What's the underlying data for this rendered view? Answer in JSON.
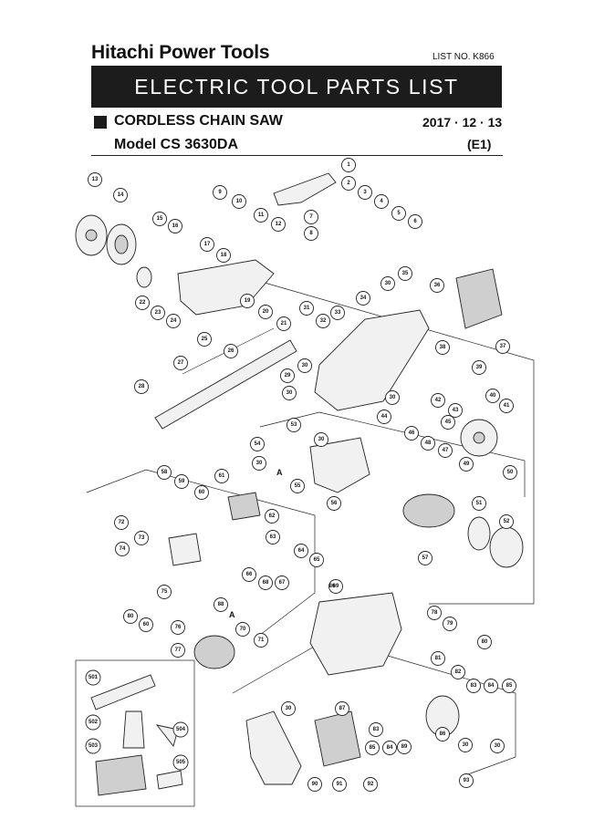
{
  "header": {
    "brand": "Hitachi Power Tools",
    "list_no": "LIST NO. K866",
    "banner": "ELECTRIC TOOL PARTS LIST",
    "product": "CORDLESS CHAIN SAW",
    "model": "Model CS 3630DA",
    "date": "2017 · 12 · 13",
    "edition": "(E1)"
  },
  "annotations": [
    "A",
    "A"
  ],
  "callouts": [
    "1",
    "2",
    "3",
    "4",
    "5",
    "6",
    "7",
    "8",
    "9",
    "10",
    "11",
    "12",
    "13",
    "14",
    "15",
    "16",
    "17",
    "18",
    "19",
    "20",
    "21",
    "22",
    "23",
    "24",
    "25",
    "26",
    "27",
    "28",
    "29",
    "30",
    "31",
    "32",
    "33",
    "34",
    "35",
    "36",
    "37",
    "38",
    "39",
    "40",
    "41",
    "42",
    "43",
    "44",
    "45",
    "46",
    "47",
    "48",
    "49",
    "50",
    "51",
    "52",
    "53",
    "54",
    "55",
    "56",
    "57",
    "58",
    "59",
    "60",
    "61",
    "62",
    "63",
    "64",
    "65",
    "66",
    "67",
    "68",
    "69",
    "70",
    "71",
    "72",
    "73",
    "74",
    "75",
    "76",
    "77",
    "78",
    "79",
    "80",
    "81",
    "82",
    "83",
    "84",
    "85",
    "86",
    "87",
    "88",
    "89",
    "90",
    "91",
    "92",
    "93",
    "30",
    "30",
    "30",
    "30",
    "30",
    "30",
    "30",
    "30",
    "60",
    "80",
    "83",
    "84",
    "85",
    "86",
    "501",
    "502",
    "503",
    "504",
    "505"
  ]
}
